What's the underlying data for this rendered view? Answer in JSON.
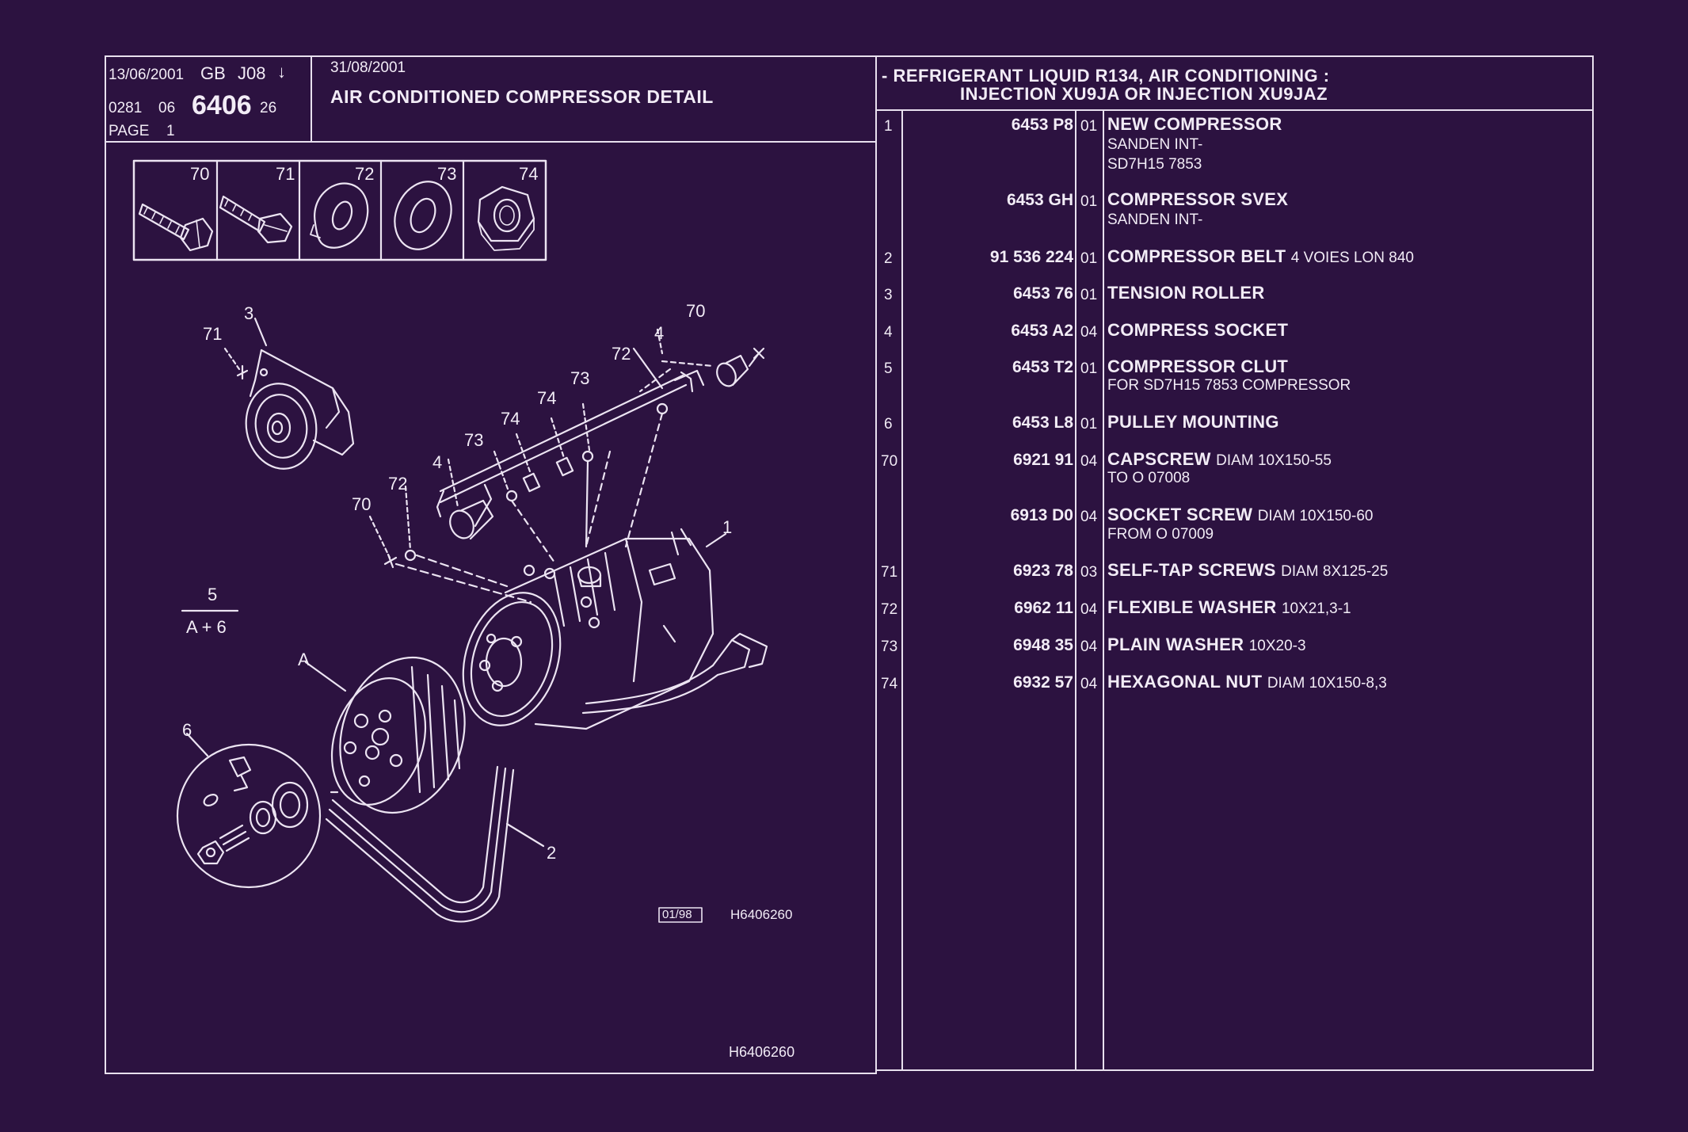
{
  "header": {
    "print_date": "13/06/2001",
    "lang": "GB",
    "code": "J08",
    "arrow": "↓",
    "family_prefix": "0281",
    "family_mid": "06",
    "group_number": "6406",
    "group_suffix": "26",
    "page_label": "PAGE",
    "page_number": "1",
    "update_date": "31/08/2001",
    "title": "AIR CONDITIONED COMPRESSOR DETAIL"
  },
  "section": {
    "line1": "- REFRIGERANT LIQUID R134, AIR CONDITIONING :",
    "line2": "INJECTION XU9JA OR INJECTION XU9JAZ"
  },
  "parts": [
    {
      "ref": "1",
      "part": "6453 P8",
      "qty": "01",
      "desc": "NEW COMPRESSOR",
      "extra": "",
      "sub": [
        "SANDEN INT-",
        "SD7H15 7853"
      ]
    },
    {
      "ref": "",
      "part": "6453 GH",
      "qty": "01",
      "desc": "COMPRESSOR SVEX",
      "extra": "",
      "sub": [
        "SANDEN INT-"
      ]
    },
    {
      "ref": "2",
      "part": "91 536 224",
      "qty": "01",
      "desc": "COMPRESSOR BELT",
      "extra": "4 VOIES LON 840",
      "sub": []
    },
    {
      "ref": "3",
      "part": "6453 76",
      "qty": "01",
      "desc": "TENSION ROLLER",
      "extra": "",
      "sub": []
    },
    {
      "ref": "4",
      "part": "6453 A2",
      "qty": "04",
      "desc": "COMPRESS SOCKET",
      "extra": "",
      "sub": []
    },
    {
      "ref": "5",
      "part": "6453 T2",
      "qty": "01",
      "desc": "COMPRESSOR CLUT",
      "extra": "",
      "sub": [
        "FOR SD7H15 7853 COMPRESSOR"
      ]
    },
    {
      "ref": "6",
      "part": "6453 L8",
      "qty": "01",
      "desc": "PULLEY MOUNTING",
      "extra": "",
      "sub": []
    },
    {
      "ref": "70",
      "part": "6921 91",
      "qty": "04",
      "desc": "CAPSCREW",
      "extra": "DIAM 10X150-55",
      "sub": [
        "TO  O  07008"
      ]
    },
    {
      "ref": "",
      "part": "6913 D0",
      "qty": "04",
      "desc": "SOCKET SCREW",
      "extra": "DIAM 10X150-60",
      "sub": [
        "FROM  O  07009"
      ]
    },
    {
      "ref": "71",
      "part": "6923 78",
      "qty": "03",
      "desc": "SELF-TAP SCREWS",
      "extra": "DIAM 8X125-25",
      "sub": []
    },
    {
      "ref": "72",
      "part": "6962 11",
      "qty": "04",
      "desc": "FLEXIBLE WASHER",
      "extra": "10X21,3-1",
      "sub": []
    },
    {
      "ref": "73",
      "part": "6948 35",
      "qty": "04",
      "desc": "PLAIN WASHER",
      "extra": "10X20-3",
      "sub": []
    },
    {
      "ref": "74",
      "part": "6932 57",
      "qty": "04",
      "desc": "HEXAGONAL NUT",
      "extra": "DIAM 10X150-8,3",
      "sub": []
    }
  ],
  "legend_icons": [
    "70",
    "71",
    "72",
    "73",
    "74"
  ],
  "callouts": {
    "c1": "1",
    "c2": "2",
    "c3": "3",
    "c4a": "4",
    "c4b": "4",
    "c70a": "70",
    "c70b": "70",
    "c71": "71",
    "c72a": "72",
    "c72b": "72",
    "c73a": "73",
    "c73b": "73",
    "c74a": "74",
    "c74b": "74",
    "c6": "6",
    "cA": "A",
    "frac_top": "5",
    "frac_bottom": "A + 6"
  },
  "drawing_codes": {
    "date_box": "01/98",
    "ref_inner": "H6406260",
    "ref_bottom": "H6406260"
  },
  "colors": {
    "background": "#2c1240",
    "ink": "#f2ecf6"
  }
}
